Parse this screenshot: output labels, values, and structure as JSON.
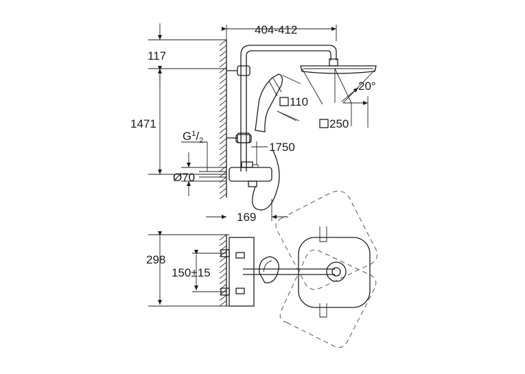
{
  "colors": {
    "line": "#1a1a1a",
    "background": "#ffffff",
    "dashed": "#555555"
  },
  "dimensions": {
    "width_top": "404-412",
    "height_top": "117",
    "height_main": "1471",
    "thread_label": "G",
    "thread_numerator": "1",
    "thread_denominator": "2",
    "diameter_rosette": "Ø70",
    "depth": "169",
    "handshower_size": "110",
    "headshower_size": "250",
    "tilt_angle": "20°",
    "height_lower": "1750",
    "plan_depth": "298",
    "connection_spacing": "150±15"
  }
}
